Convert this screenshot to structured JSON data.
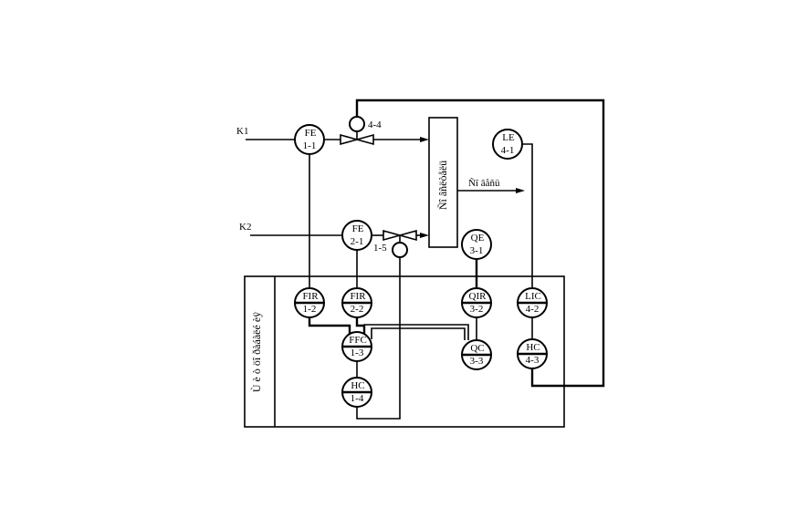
{
  "streams": {
    "k1": "K1",
    "k2": "K2",
    "output": "Ñî âåñü"
  },
  "apparatus": {
    "label": "Ñî âñëòåëü"
  },
  "panel": {
    "label": "Ù è ò  öî ðàáàëé èÿ"
  },
  "valves": {
    "v1": "4-4",
    "v2": "1-5"
  },
  "instruments": {
    "fe11": {
      "code": "FE",
      "num": "1-1"
    },
    "fe21": {
      "code": "FE",
      "num": "2-1"
    },
    "le41": {
      "code": "LE",
      "num": "4-1"
    },
    "qe31": {
      "code": "QE",
      "num": "3-1"
    },
    "fir12": {
      "code": "FIR",
      "num": "1-2"
    },
    "fir22": {
      "code": "FIR",
      "num": "2-2"
    },
    "ffc13": {
      "code": "FFC",
      "num": "1-3"
    },
    "hc14": {
      "code": "HC",
      "num": "1-4"
    },
    "qir32": {
      "code": "QIR",
      "num": "3-2"
    },
    "qc33": {
      "code": "QC",
      "num": "3-3"
    },
    "lic42": {
      "code": "LIC",
      "num": "4-2"
    },
    "hc43": {
      "code": "HC",
      "num": "4-3"
    }
  }
}
